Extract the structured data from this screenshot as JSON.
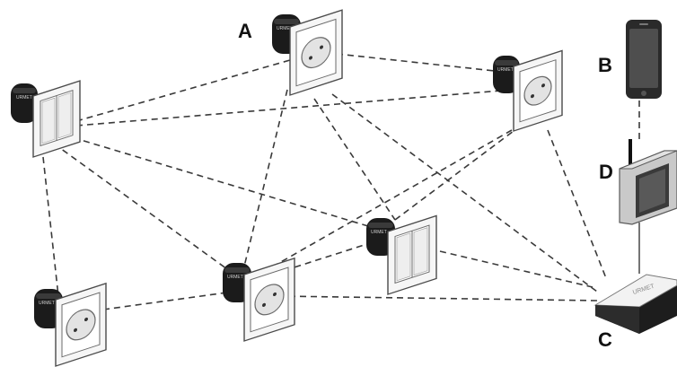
{
  "labels": {
    "a": "A",
    "b": "B",
    "c": "C",
    "d": "D"
  },
  "brand": "URMET",
  "module_brand": "URMET"
}
